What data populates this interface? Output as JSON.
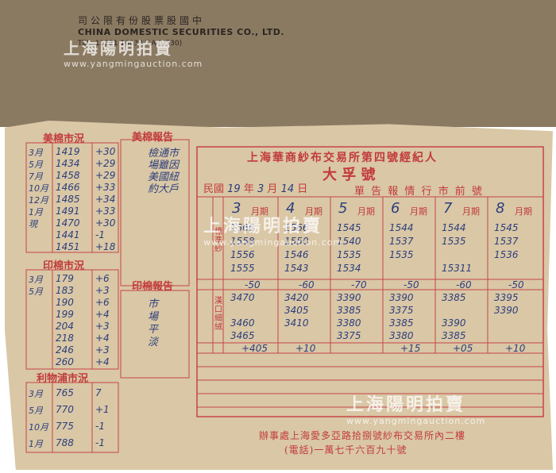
{
  "envelope": {
    "cn": "司公限有份股票股國中",
    "en": "CHINA DOMESTIC SECURITIES CO., LTD.",
    "tel": "TEL. 11821 16034 T.A (0530)"
  },
  "watermark": {
    "cn": "上海陽明拍賣",
    "url": "www.yangmingauction.com"
  },
  "left": {
    "us": {
      "title": "美棉市況",
      "rows": [
        [
          "3月",
          "1419",
          "+30"
        ],
        [
          "5月",
          "1434",
          "+29"
        ],
        [
          "7月",
          "1458",
          "+29"
        ],
        [
          "10月",
          "1466",
          "+33"
        ],
        [
          "12月",
          "1485",
          "+34"
        ],
        [
          "1月",
          "1491",
          "+33"
        ],
        [
          "現",
          "1470",
          "+30"
        ],
        [
          "",
          "1441",
          "-1"
        ],
        [
          "",
          "1451",
          "+18"
        ]
      ]
    },
    "in": {
      "title": "印棉市況",
      "rows": [
        [
          "3月",
          "179",
          "+6"
        ],
        [
          "5月",
          "183",
          "+3"
        ],
        [
          "",
          "190",
          "+6"
        ],
        [
          "",
          "199",
          "+4"
        ],
        [
          "",
          "204",
          "+3"
        ],
        [
          "",
          "218",
          "+4"
        ],
        [
          "",
          "246",
          "+3"
        ],
        [
          "",
          "260",
          "+4"
        ]
      ]
    },
    "lv": {
      "title": "利物浦市況",
      "rows": [
        [
          "3月",
          "765",
          "7"
        ],
        [
          "5月",
          "770",
          "+1"
        ],
        [
          "10月",
          "775",
          "-1"
        ],
        [
          "1月",
          "788",
          "-1"
        ]
      ]
    }
  },
  "mid": {
    "us_title": "美棉報告",
    "in_title": "印棉報告",
    "us_note": "檢通市場雖因美國紐約大戶",
    "in_note": "市場平淡"
  },
  "main": {
    "title": "上海華商紗布交易所第四號經紀人",
    "brand": "大 孚 號",
    "subtitle": "單 告 報 情 行 市 前 號",
    "date": {
      "prefix": "民國",
      "year": "19",
      "y": "年",
      "month": "3",
      "m": "月",
      "day": "14",
      "d": "日"
    },
    "months": [
      "3",
      "4",
      "5",
      "6",
      "7",
      "8"
    ],
    "month_unit": "月期",
    "yarn_label": "標準紗",
    "cotton_label": "漢口細絨",
    "yarn": [
      [
        "1566",
        "1566",
        "1545",
        "1544",
        "1544",
        "1545"
      ],
      [
        "1558",
        "1550",
        "1540",
        "1537",
        "1535",
        "1537"
      ],
      [
        "1556",
        "1546",
        "1535",
        "1535",
        "",
        "1536"
      ],
      [
        "1555",
        "1543",
        "1534",
        "",
        "15311",
        ""
      ]
    ],
    "yarn_change": [
      "-50",
      "-60",
      "-70",
      "-50",
      "-60",
      "-50"
    ],
    "cotton": [
      [
        "3470",
        "3420",
        "3390",
        "3390",
        "3385",
        "3395"
      ],
      [
        "",
        "3405",
        "3385",
        "3375",
        "",
        "3390"
      ],
      [
        "3460",
        "3410",
        "3380",
        "3385",
        "3390",
        ""
      ],
      [
        "3465",
        "",
        "3375",
        "3380",
        "3385",
        ""
      ]
    ],
    "cotton_change": [
      "+405",
      "+10",
      "",
      "+15",
      "+05",
      "+10"
    ],
    "footer1": "辦事處上海愛多亞路拾捌號紗布交易所內二樓",
    "footer2": "(電話)一萬七千六百九十號"
  },
  "colors": {
    "red": "#c23a3a",
    "ink": "#2c3e7c",
    "paper": "#d9c7a6",
    "envelope": "#8b7a62"
  }
}
